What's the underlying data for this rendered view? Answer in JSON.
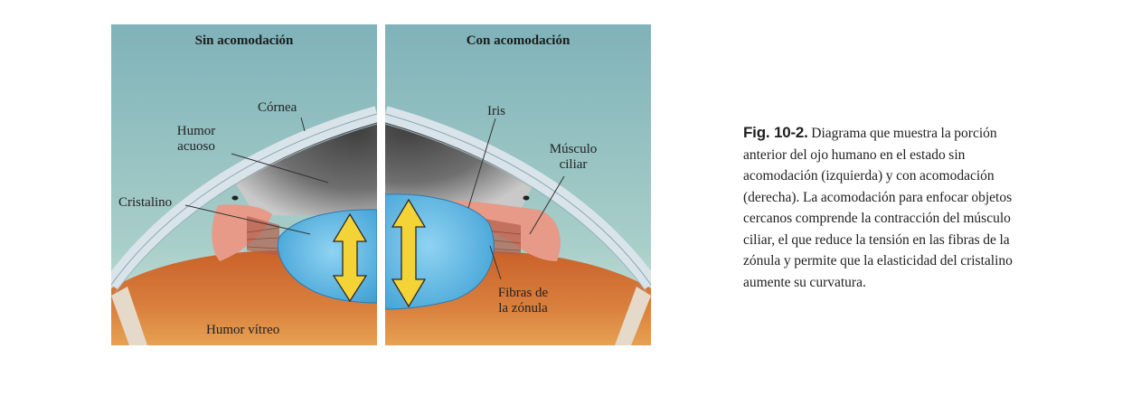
{
  "left_panel": {
    "title": "Sin acomodación",
    "labels": {
      "cornea": "Córnea",
      "humor_acuoso": "Humor\nacuoso",
      "cristalino": "Cristalino",
      "humor_vitreo": "Humor vítreo"
    }
  },
  "right_panel": {
    "title": "Con acomodación",
    "labels": {
      "iris": "Iris",
      "musculo_ciliar": "Músculo\nciliar",
      "fibras_zonula": "Fibras de\nla zónula"
    }
  },
  "caption": {
    "figure_number": "Fig. 10-2.",
    "text": " Diagrama que muestra la porción anterior del ojo humano en el estado sin acomodación (izquierda) y con acomodación (derecha). La acomodación para enfocar objetos cercanos comprende la contracción del músculo ciliar, el que reduce la tensión en las fibras de la zónula y permite que la elasticidad del cristalino aumente su curvatura."
  },
  "colors": {
    "background_top": "#87b9bf",
    "background_bottom": "#cfe3dc",
    "cornea": "#e6eef2",
    "aqueous": "#6b6b6b",
    "lens": "#5fb6e2",
    "vitreous": "#cf6a2c",
    "iris_muscle": "#e8988a",
    "arrow": "#f4d337"
  }
}
